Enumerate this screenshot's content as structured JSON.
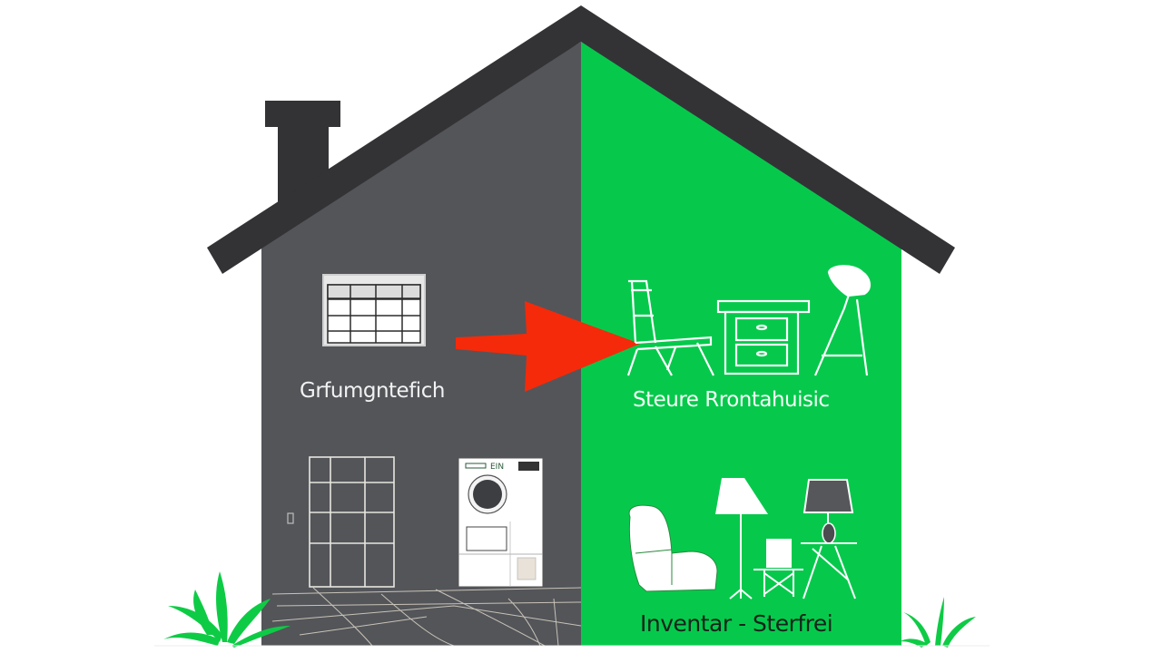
{
  "illustration": {
    "subject": "house split into two halves with a red arrow pointing from left to right",
    "colors": {
      "background": "#ffffff",
      "roof": "#333336",
      "left_wall": "#535559",
      "right_wall": "#06c94c",
      "arrow": "#f52a0a",
      "line_art": "#ffffff",
      "plant": "#0ecb45"
    },
    "left_half": {
      "label": "Grfumgntefich",
      "items": [
        "window-icon",
        "cabinet-icon",
        "washing-machine-icon",
        "light-switch-icon",
        "tiled-floor"
      ]
    },
    "right_half": {
      "label_top": "Steure Rrontahuisic",
      "label_bottom": "Inventar - Sterfrei",
      "items_top": [
        "chair-icon",
        "nightstand-icon",
        "bar-stool-icon"
      ],
      "items_bottom": [
        "armchair-icon",
        "floor-lamp-icon",
        "folding-chair-icon",
        "table-lamp-icon",
        "side-table-icon"
      ]
    },
    "washing_machine_brand": "EIN"
  }
}
